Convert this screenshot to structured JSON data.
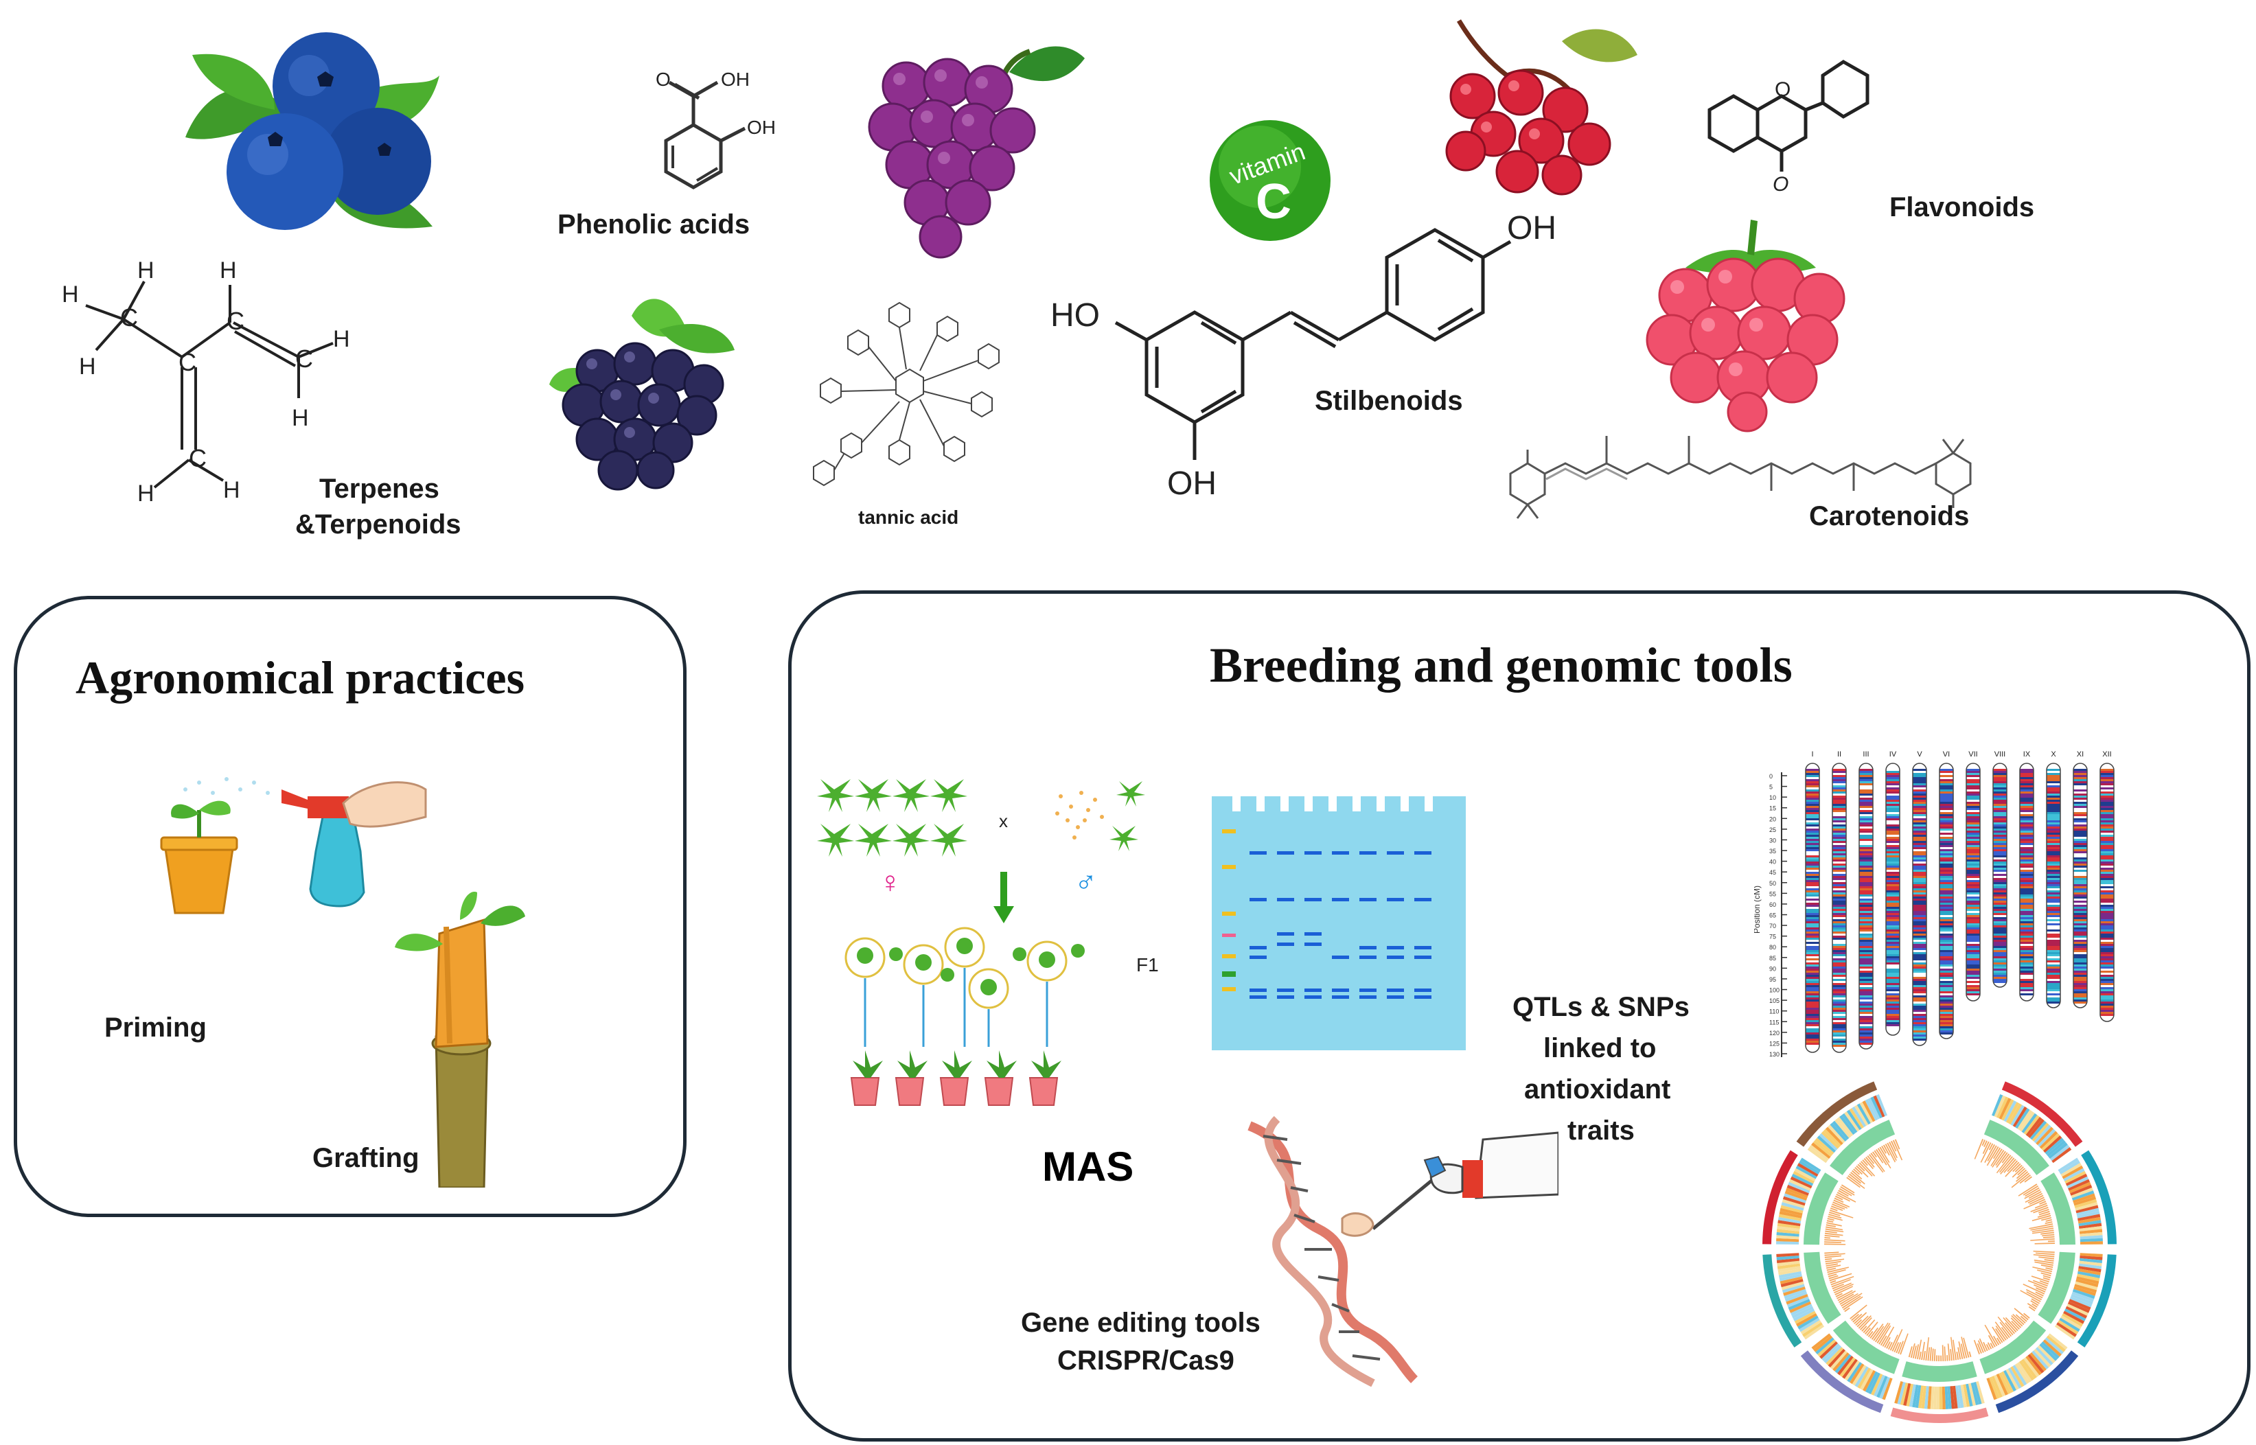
{
  "compounds": {
    "phenolic_acids": "Phenolic acids",
    "terpenes_line1": "Terpenes",
    "terpenes_line2": "&Terpenoids",
    "tannic_acid": "tannic acid",
    "stilbenoids": "Stilbenoids",
    "flavonoids": "Flavonoids",
    "carotenoids": "Carotenoids",
    "vitamin_word": "vitamin",
    "vitamin_letter": "C"
  },
  "atoms": {
    "H": "H",
    "C": "C",
    "OH": "OH",
    "HO": "HO",
    "O": "O"
  },
  "agronomy": {
    "title": "Agronomical practices",
    "priming": "Priming",
    "grafting": "Grafting"
  },
  "breeding": {
    "title": "Breeding and genomic tools",
    "cross_symbol": "x",
    "female_symbol": "♀",
    "male_symbol": "♂",
    "f1": "F1",
    "mas": "MAS",
    "qtl_line1": "QTLs & SNPs",
    "qtl_line2": "linked to",
    "qtl_line3": "antioxidant",
    "qtl_line4": "traits",
    "gene_edit_line1": "Gene editing tools",
    "gene_edit_line2": "CRISPR/Cas9",
    "chromosomes": [
      "I",
      "II",
      "III",
      "IV",
      "V",
      "VI",
      "VII",
      "VIII",
      "IX",
      "X",
      "XI",
      "XII"
    ],
    "map_axis_label": "Position (cM)",
    "map_ticks": [
      "0",
      "5",
      "10",
      "15",
      "20",
      "25",
      "30",
      "35",
      "40",
      "45",
      "50",
      "55",
      "60",
      "65",
      "70",
      "75",
      "80",
      "85",
      "90",
      "95",
      "100",
      "105",
      "110",
      "115",
      "120",
      "125",
      "130"
    ]
  },
  "colors": {
    "panel_border": "#1e2a36",
    "blueberry": "#1f4fa8",
    "grape": "#8e2f8e",
    "blackberry": "#2c2a5a",
    "currant": "#d8243a",
    "raspberry": "#f0506c",
    "leaf": "#4caf2f",
    "vitamin_badge": "#2e9e1e",
    "gel": "#8fd8ee",
    "band": "#1a5fd6",
    "dna": "#e07a6a"
  }
}
